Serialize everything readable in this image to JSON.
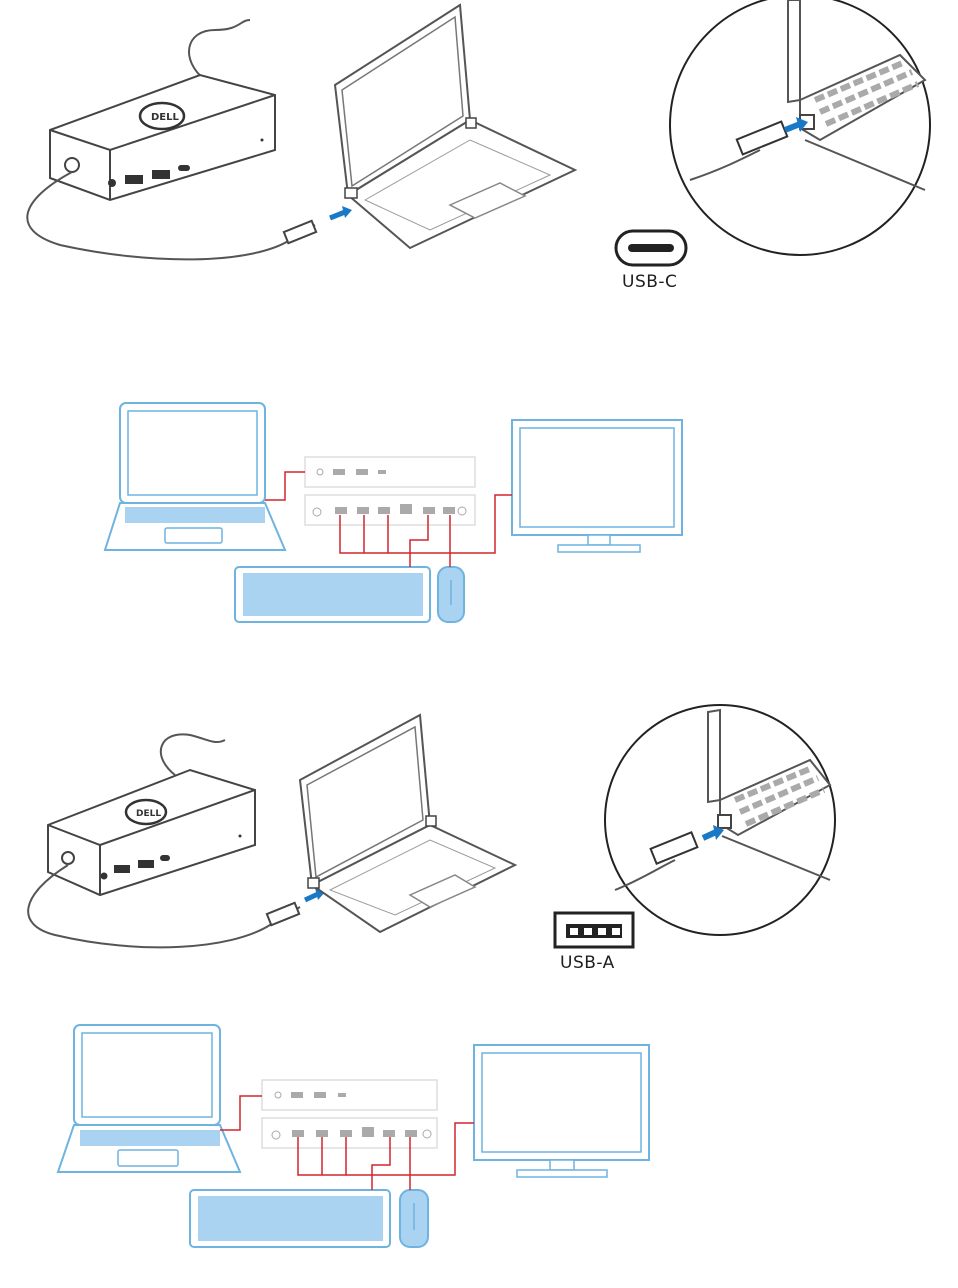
{
  "panels": [
    {
      "id": "usb-c-setup",
      "connector_label": "USB-C"
    },
    {
      "id": "usb-c-peripherals"
    },
    {
      "id": "usb-a-setup",
      "connector_label": "USB-A"
    },
    {
      "id": "usb-a-peripherals"
    }
  ],
  "dock_brand": "DELL",
  "colors": {
    "line_art": "#555555",
    "light_art": "#cfcfcf",
    "blue_outline": "#6fb3e0",
    "blue_fill": "#a9d3f0",
    "connection": "#d0262f",
    "arrow": "#1a79c7"
  }
}
